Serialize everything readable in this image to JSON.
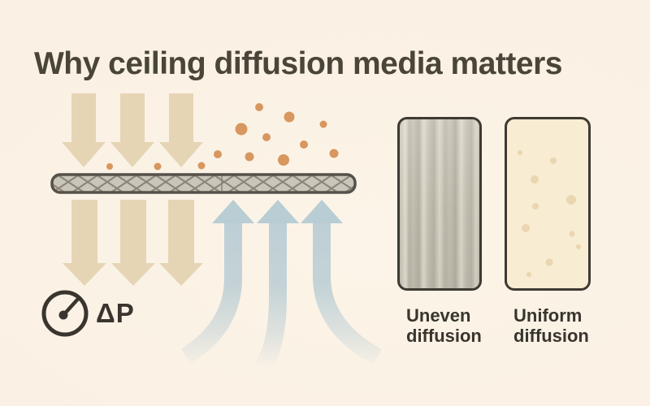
{
  "title": "Why ceiling diffusion media matters",
  "gauge": {
    "icon": "pressure-gauge-icon",
    "label": "ΔP"
  },
  "diagram": {
    "mesh": "diffusion-media-mesh",
    "incoming_arrows": "down-block-arrows",
    "particles": "dust-particle-dots",
    "uneven_outflow_arrows": "down-block-arrows",
    "diffused_outflow_arrows": "curved-up-arrows"
  },
  "panels": [
    {
      "label": "Uneven diffusion"
    },
    {
      "label": "Uniform diffusion"
    }
  ],
  "colors": {
    "bg-center": "#fcf4e8",
    "bg-mid": "#faf0e3",
    "bg-edge": "#f7ebdc",
    "ink-title": "#4a4539",
    "ink": "#39352e",
    "tan-arrow": "#e5d5b5",
    "blue-arrow": "#bacdd4",
    "particle": "#d7975f",
    "mesh-fill": "#c9c5ba",
    "mesh-line": "#8b8376",
    "mesh-border": "#55514a",
    "swatch-border": "#3e3a33",
    "uneven-fill": "#c8c3b5",
    "uniform-fill": "#f8ecd2",
    "speckle": "#ead6b0"
  }
}
